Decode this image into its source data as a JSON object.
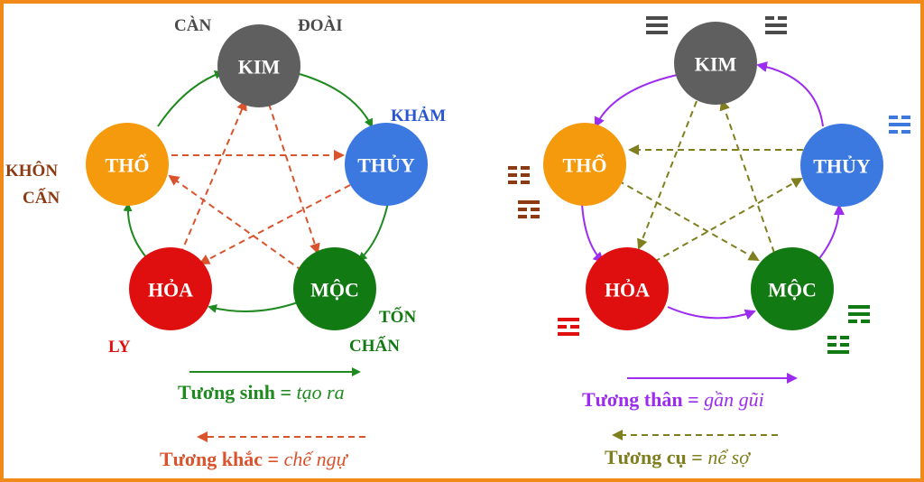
{
  "colors": {
    "border": "#f28a1a",
    "kim": "#5f5f5f",
    "thuy": "#3b78e0",
    "moc": "#127a12",
    "hoa": "#e00f0f",
    "tho": "#f49a0c",
    "sinh": "#1f8a1f",
    "khac": "#d9532d",
    "than": "#9b2cf0",
    "cu": "#7f7f1f",
    "trigram_gray": "#4a4a4a",
    "trigram_blue": "#3b78e0",
    "trigram_brown": "#8b3a12",
    "trigram_red": "#e00f0f",
    "trigram_green": "#127a12"
  },
  "nodes": {
    "kim": "KIM",
    "thuy": "THỦY",
    "moc": "MỘC",
    "hoa": "HỎA",
    "tho": "THỔ"
  },
  "left_labels": {
    "can": "CÀN",
    "doai": "ĐOÀI",
    "kham": "KHẢM",
    "khon": "KHÔN",
    "can2": "CẤN",
    "ly": "LY",
    "ton": "TỐN",
    "chan": "CHẤN"
  },
  "legend": {
    "sinh_prefix": "Tương sinh = ",
    "sinh_em": "tạo ra",
    "khac_prefix": "Tương khắc = ",
    "khac_em": "chế ngự",
    "than_prefix": "Tương thân = ",
    "than_em": "gần gũi",
    "cu_prefix": "Tương cụ = ",
    "cu_em": "nể sợ"
  },
  "icons": {
    "trigram_can": "trigram-can-icon",
    "trigram_doai": "trigram-doai-icon",
    "trigram_kham": "trigram-kham-icon",
    "trigram_khon": "trigram-khon-icon",
    "trigram_can2": "trigram-can-mountain-icon",
    "trigram_ly": "trigram-ly-icon",
    "trigram_ton": "trigram-ton-icon",
    "trigram_chan": "trigram-chan-icon"
  }
}
